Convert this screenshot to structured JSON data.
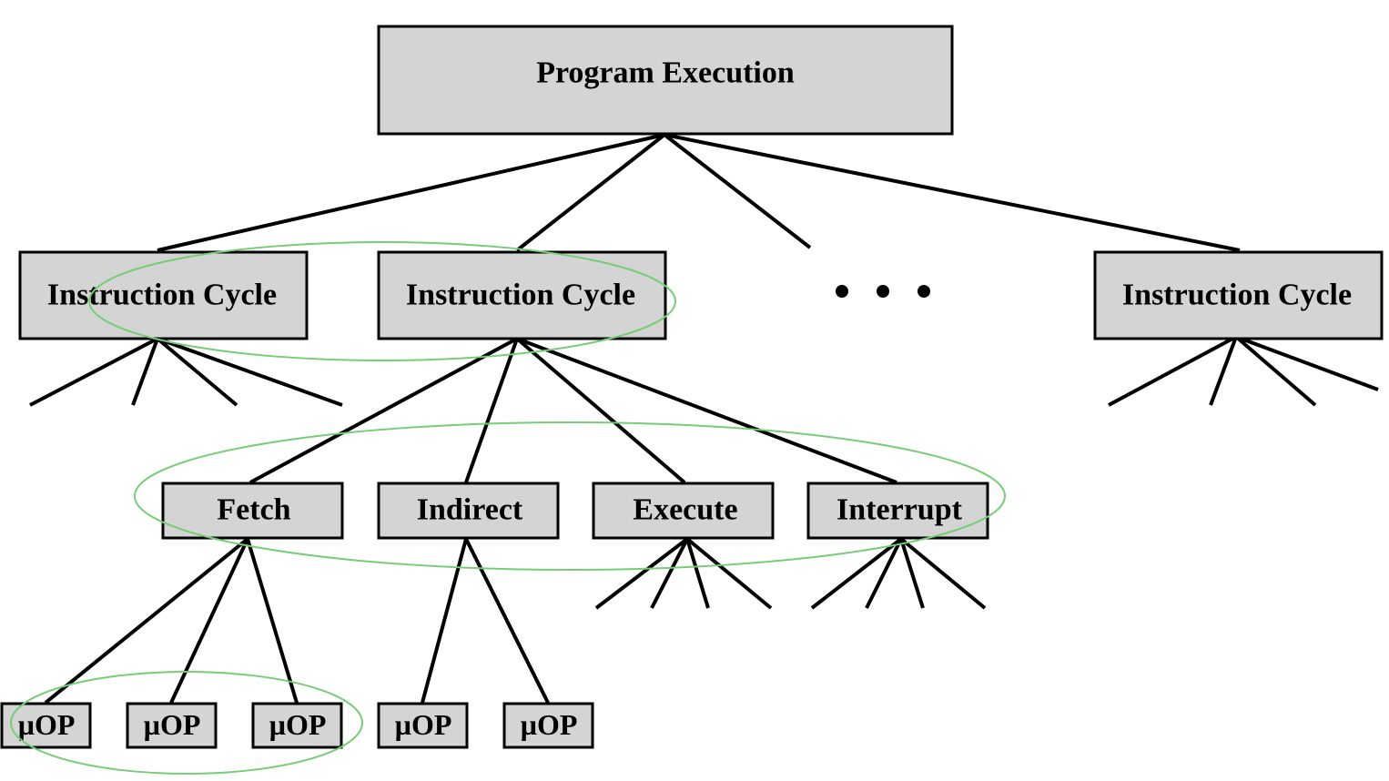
{
  "labels": {
    "root": "Program Execution",
    "cycle_1": "Instruction Cycle",
    "cycle_2": "Instruction Cycle",
    "cycle_n": "Instruction Cycle",
    "fetch": "Fetch",
    "indirect": "Indirect",
    "execute": "Execute",
    "interrupt": "Interrupt",
    "uop_1": "µOP",
    "uop_2": "µOP",
    "uop_3": "µOP",
    "uop_4": "µOP",
    "uop_5": "µOP"
  },
  "colors": {
    "box_fill": "#d4d4d4",
    "highlight_ellipse": "#77cc77",
    "line": "#000000"
  }
}
